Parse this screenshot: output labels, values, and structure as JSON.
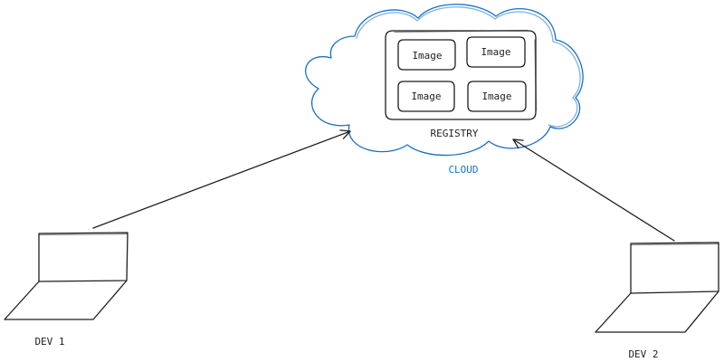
{
  "colors": {
    "stroke": "#1e1e1e",
    "cloud": "#1971c2",
    "background": "#ffffff"
  },
  "cloud": {
    "label": "CLOUD"
  },
  "registry": {
    "label": "REGISTRY",
    "images": [
      "Image",
      "Image",
      "Image",
      "Image"
    ]
  },
  "devices": [
    {
      "label": "DEV 1",
      "icon": "laptop-icon"
    },
    {
      "label": "DEV 2",
      "icon": "laptop-icon"
    }
  ]
}
